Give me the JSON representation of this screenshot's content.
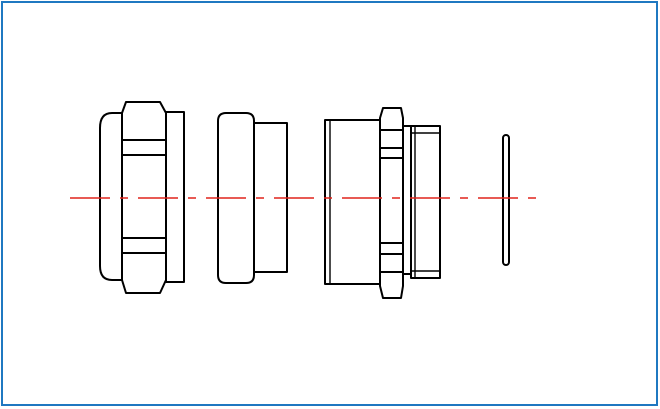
{
  "colors": {
    "border": "#1f78c1",
    "centerline": "#e0231b",
    "outline": "#000000",
    "background": "#ffffff"
  },
  "diagram": {
    "type": "exploded-view",
    "parts": [
      "dome-nut",
      "seal-insert",
      "body-with-thread",
      "o-ring"
    ],
    "centerline": true
  }
}
